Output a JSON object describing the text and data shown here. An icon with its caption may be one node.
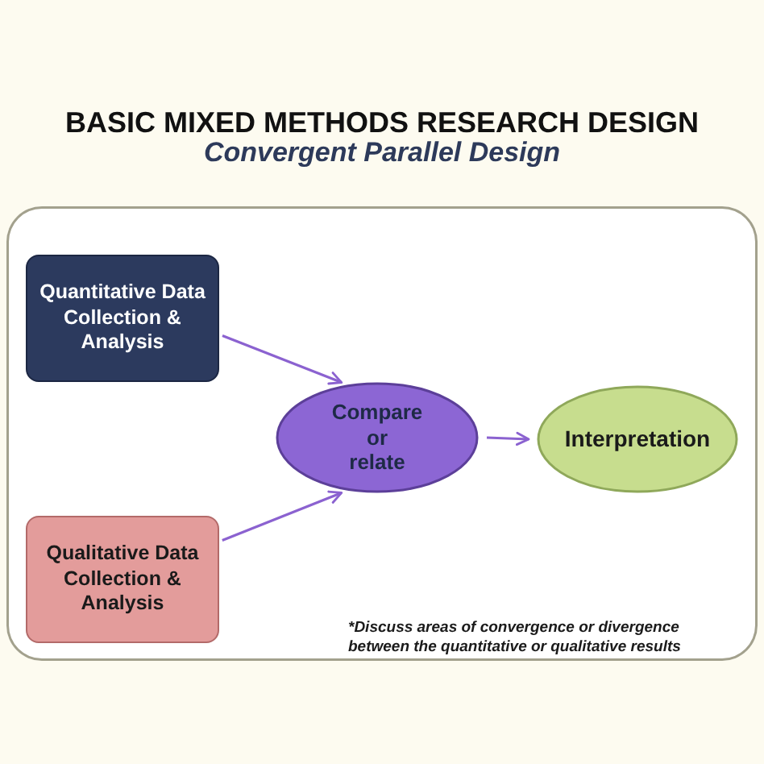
{
  "diagram": {
    "title": "BASIC MIXED METHODS RESEARCH DESIGN",
    "nodes": [
      {
        "text": [
          "*Discuss areas of convergence or divergence between the quantitative or qualitative results"
        ]
      },
      {
        "text": [
          "Quantitative Data Collection & Analysis"
        ],
        "in": 0
      },
      {
        "text": [
          "Compare or relate"
        ],
        "in": 0
      },
      {
        "text": [
          "Interpretation"
        ],
        "in": 0
      },
      {
        "text": [
          "Qualitative Data Collection & Analysis"
        ],
        "in": 0
      }
    ],
    "edges": [
      {
        "from": 1,
        "to": 2,
        "arrow": "to"
      },
      {
        "from": 4,
        "to": 2,
        "arrow": "to"
      },
      {
        "from": 2,
        "to": 3,
        "arrow": "to"
      }
    ],
    "labels": [
      "Convergent Parallel Design"
    ]
  }
}
